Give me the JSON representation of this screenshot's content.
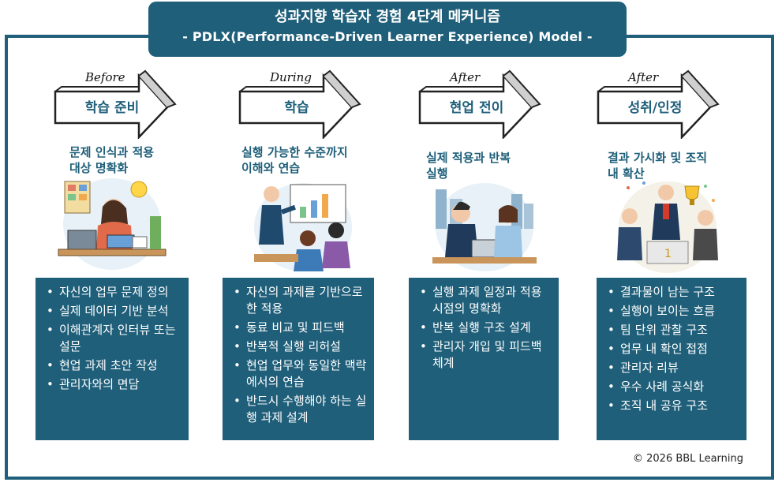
{
  "header": {
    "title_ko": "성과지향 학습자 경험 4단계 메커니즘",
    "title_en": "- PDLX(Performance-Driven Learner Experience) Model -"
  },
  "stages": [
    {
      "phase": "Before",
      "label": "학습 준비",
      "goal": [
        "문제 인식과 적용",
        "대상 명확화"
      ],
      "items": [
        "자신의 업무 문제 정의",
        "실제 데이터 기반 분석",
        "이해관계자 인터뷰 또는 설문",
        "현업 과제 초안 작성",
        "관리자와의 면담"
      ]
    },
    {
      "phase": "During",
      "label": "학습",
      "goal": [
        "실행 가능한 수준까지",
        "이해와 연습"
      ],
      "items": [
        "자신의 과제를 기반으로 한 적용",
        "동료 비교 및 피드백",
        "반복적 실행 리허설",
        "현업 업무와 동일한 맥락에서의 연습",
        "반드시 수행해야 하는 실행 과제 설계"
      ]
    },
    {
      "phase": "After",
      "label": "현업 전이",
      "goal": [
        "실제 적용과 반복",
        "실행"
      ],
      "items": [
        "실행 과제 일정과 적용 시점의 명확화",
        "반복 실행 구조 설계",
        "관리자 개입 및 피드백 체계"
      ]
    },
    {
      "phase": "After",
      "label": "성취/인정",
      "goal": [
        "결과 가시화 및 조직",
        "내 확산"
      ],
      "items": [
        "결과물이 남는 구조",
        "실행이 보이는 흐름",
        "팀 단위 관찰 구조",
        "업무 내 확인 접점",
        "관리자 리뷰",
        "우수 사례 공식화",
        "조직 내 공유 구조"
      ]
    }
  ],
  "footer": {
    "copyright": "© 2026 BBL Learning"
  },
  "colors": {
    "primary": "#1f5f7a",
    "arrow_fill": "#ffffff",
    "arrow_stroke": "#222222"
  }
}
